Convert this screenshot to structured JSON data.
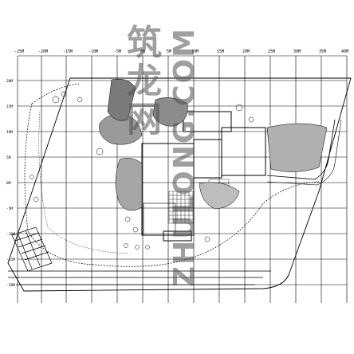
{
  "drawing": {
    "top_axis_labels": [
      "-25M",
      "-20M",
      "-15M",
      "-10M",
      "-5M",
      "0M",
      "5M",
      "10M",
      "15M",
      "20M",
      "25M",
      "30M",
      "35M",
      "40M"
    ],
    "left_axis_labels": [
      "20M",
      "15M",
      "10M",
      "5M",
      "0M",
      "-5M",
      "-10M",
      "-15M",
      "-20M"
    ]
  },
  "watermark": {
    "chinese": "筑龙网",
    "english": "ZHULONG.COM"
  },
  "colors": {
    "line": "#000000",
    "grid": "#000000",
    "watermark": "#6e6e6e"
  }
}
